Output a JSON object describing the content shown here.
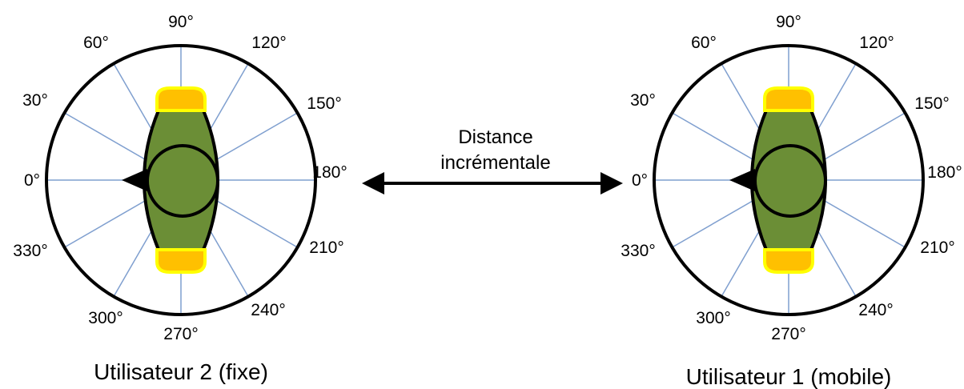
{
  "colors": {
    "ring": "#000000",
    "spoke": "#7F9FCF",
    "body_fill": "#6B8E36",
    "head_fill": "#6B8E36",
    "light_fill": "#FFC000",
    "light_border": "#FFFF00",
    "background": "#FFFFFF"
  },
  "angle_labels": [
    "0°",
    "30°",
    "60°",
    "90°",
    "120°",
    "150°",
    "180°",
    "210°",
    "240°",
    "270°",
    "300°",
    "330°"
  ],
  "diagrams": [
    {
      "id": "user2",
      "caption": "Utilisateur 2 (fixe)"
    },
    {
      "id": "user1",
      "caption": "Utilisateur 1 (mobile)"
    }
  ],
  "arrow": {
    "label_line1": "Distance",
    "label_line2": "incrémentale"
  },
  "icons": {
    "direction_marker": "triangle-left-icon",
    "arrow": "double-headed-arrow-icon"
  }
}
